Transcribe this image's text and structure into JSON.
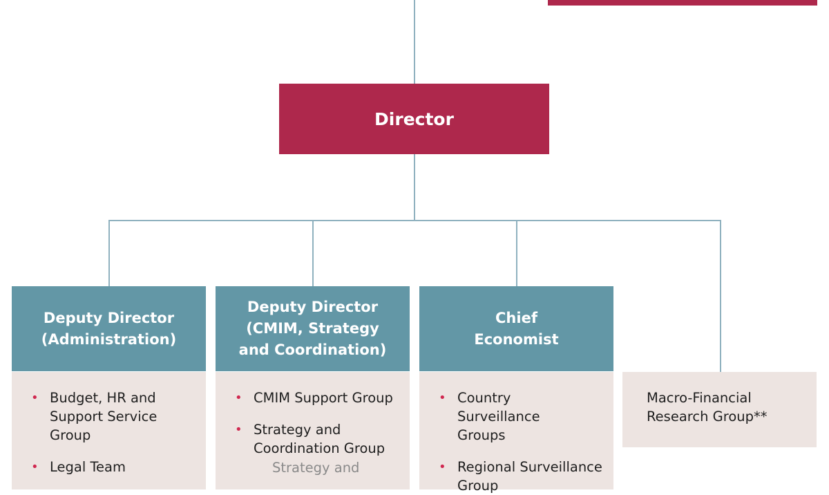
{
  "colors": {
    "primary": "#ae284c",
    "secondary": "#6397a6",
    "box_bg": "#ede4e1",
    "connector": "#8fb1bf",
    "bullet": "#d0274f"
  },
  "director": {
    "label": "Director"
  },
  "units": [
    {
      "title": "Deputy Director (Administration)",
      "items": [
        "Budget, HR and Support Service Group",
        "Legal Team"
      ]
    },
    {
      "title": "Deputy Director (CMIM, Strategy and Coordination)",
      "items": [
        "CMIM Support Group",
        "Strategy and Coordination Group"
      ],
      "sub_item": "Strategy and"
    },
    {
      "title": "Chief Economist",
      "items": [
        "Country Surveillance Groups",
        "Regional Surveillance Group"
      ]
    }
  ],
  "macro_financial": {
    "label": "Macro-Financial Research Group**"
  }
}
